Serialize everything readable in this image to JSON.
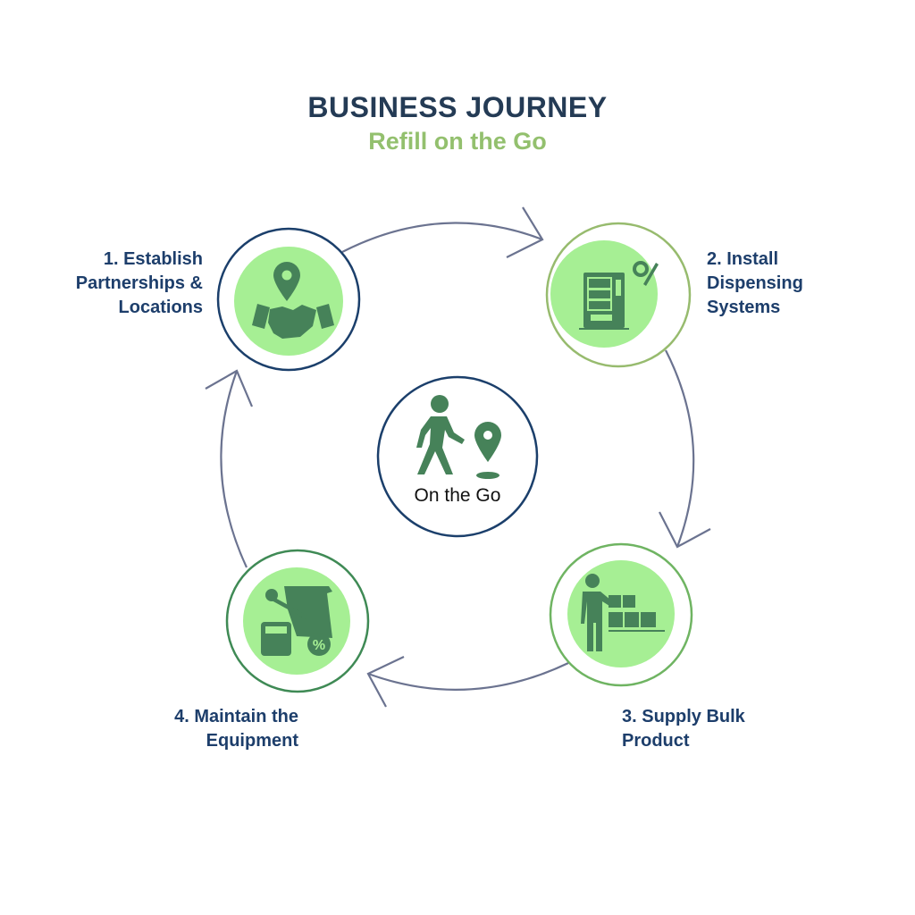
{
  "header": {
    "title": "BUSINESS JOURNEY",
    "subtitle": "Refill on the Go"
  },
  "center": {
    "label": "On the Go",
    "icon": "walking-person-location-icon"
  },
  "steps": [
    {
      "line1": "1. Establish",
      "line2": "Partnerships &",
      "line3": "Locations",
      "icon": "handshake-location-icon"
    },
    {
      "line1": "2. Install",
      "line2": "Dispensing",
      "line3": "Systems",
      "icon": "vending-machine-gear-icon"
    },
    {
      "line1": "3. Supply Bulk",
      "line2": "Product",
      "icon": "person-boxes-icon"
    },
    {
      "line1": "4. Maintain the",
      "line2": "Equipment",
      "icon": "calculator-wrench-icon"
    }
  ],
  "colors": {
    "title": "#243b55",
    "subtitle": "#93c06e",
    "icon": "#468259",
    "fill": "#a6ef94",
    "arrow": "#6b7390"
  }
}
